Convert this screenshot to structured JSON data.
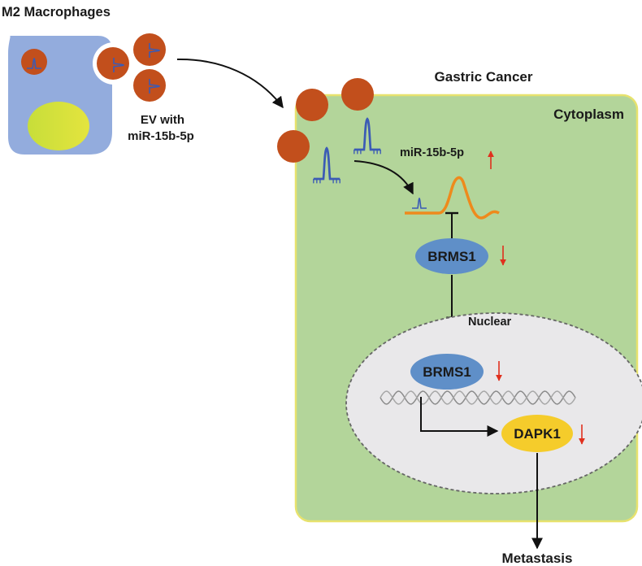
{
  "labels": {
    "macrophage": "M2 Macrophages",
    "ev_line1": "EV with",
    "ev_line2": "miR-15b-5p",
    "gastric_cancer": "Gastric Cancer",
    "cytoplasm": "Cytoplasm",
    "mirna": "miR-15b-5p",
    "brms1_cytoplasm": "BRMS1",
    "nuclear": "Nuclear",
    "brms1_nuclear": "BRMS1",
    "dapk1": "DAPK1",
    "metastasis": "Metastasis"
  },
  "regulation": {
    "mirna": "up",
    "brms1_cytoplasm": "down",
    "brms1_nuclear": "down",
    "dapk1": "down"
  },
  "colors": {
    "macrophage_cell": "#93acdd",
    "macrophage_nucleus": "#d4e23c",
    "vesicle": "#c24f1c",
    "mirna_hairpin": "#3b5bb5",
    "cancer_cell": "#b3d59a",
    "cancer_cell_border": "#e7e26e",
    "nucleus_fill": "#e9e8ea",
    "mrna": "#ee8a1c",
    "brms1": "#5f8fc8",
    "dapk1": "#f5cc2b",
    "regulation_arrow": "#e0301e"
  }
}
